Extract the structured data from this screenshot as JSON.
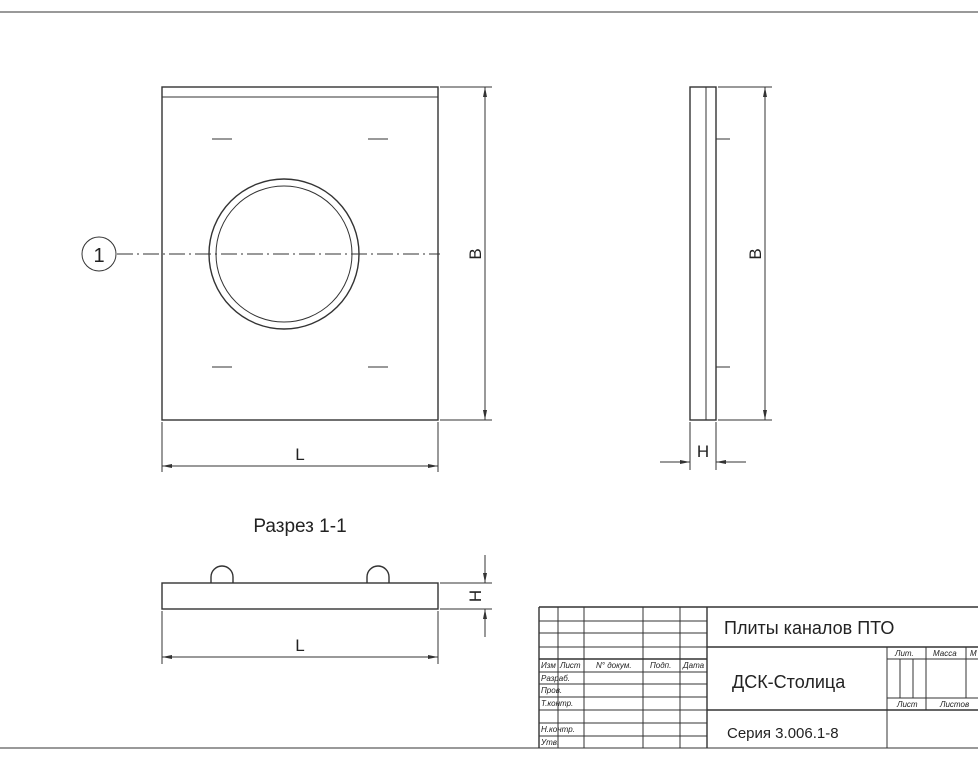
{
  "drawing": {
    "section_marker": "1",
    "dim_length": "L",
    "dim_width": "B",
    "dim_height": "H",
    "section_title": "Разрез 1-1"
  },
  "title_block": {
    "col_headers": [
      "Изм",
      "Лист",
      "N° докум.",
      "Подп.",
      "Дата"
    ],
    "row_labels": [
      "Разраб.",
      "Пров.",
      "Т.контр.",
      "",
      "Н.контр.",
      "Утв."
    ],
    "title": "Плиты каналов ПТО",
    "product": "ДСК-Столица",
    "series": "Серия 3.006.1-8",
    "lit_label": "Лит.",
    "mass_label": "Масса",
    "scale_label_partial": "М",
    "sheet_label": "Лист",
    "sheets_label": "Листов"
  },
  "colors": {
    "line": "#333333",
    "background": "#ffffff"
  }
}
